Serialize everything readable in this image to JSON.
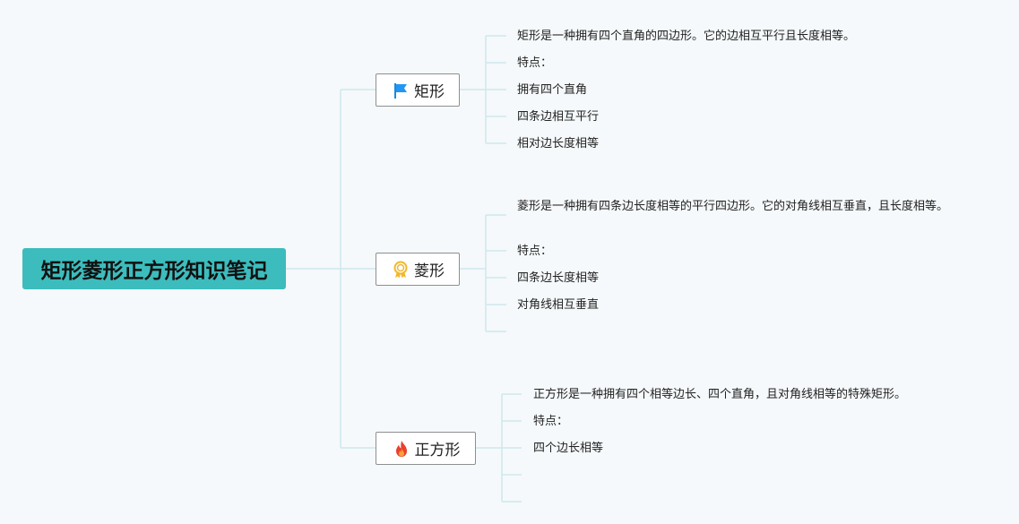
{
  "root": {
    "label": "矩形菱形正方形知识笔记"
  },
  "branches": [
    {
      "label": "矩形",
      "icon": "blue-flag-icon",
      "leaves": [
        "矩形是一种拥有四个直角的四边形。它的边相互平行且长度相等。",
        "特点：",
        "拥有四个直角",
        "四条边相互平行",
        "相对边长度相等"
      ]
    },
    {
      "label": "菱形",
      "icon": "gold-medal-icon",
      "leaves": [
        "菱形是一种拥有四条边长度相等的平行四边形。它的对角线相互垂直，且长度相等。",
        "特点：",
        "四条边长度相等",
        "对角线相互垂直"
      ]
    },
    {
      "label": "正方形",
      "icon": "fire-icon",
      "leaves": [
        "正方形是一种拥有四个相等边长、四个直角，且对角线相等的特殊矩形。",
        "特点：",
        "四个边长相等"
      ]
    }
  ],
  "colors": {
    "root_fill": "#3dbcbd",
    "connector": "#cfe8ec",
    "branch_border": "#8f8f8f",
    "background": "#f5f9fb"
  }
}
